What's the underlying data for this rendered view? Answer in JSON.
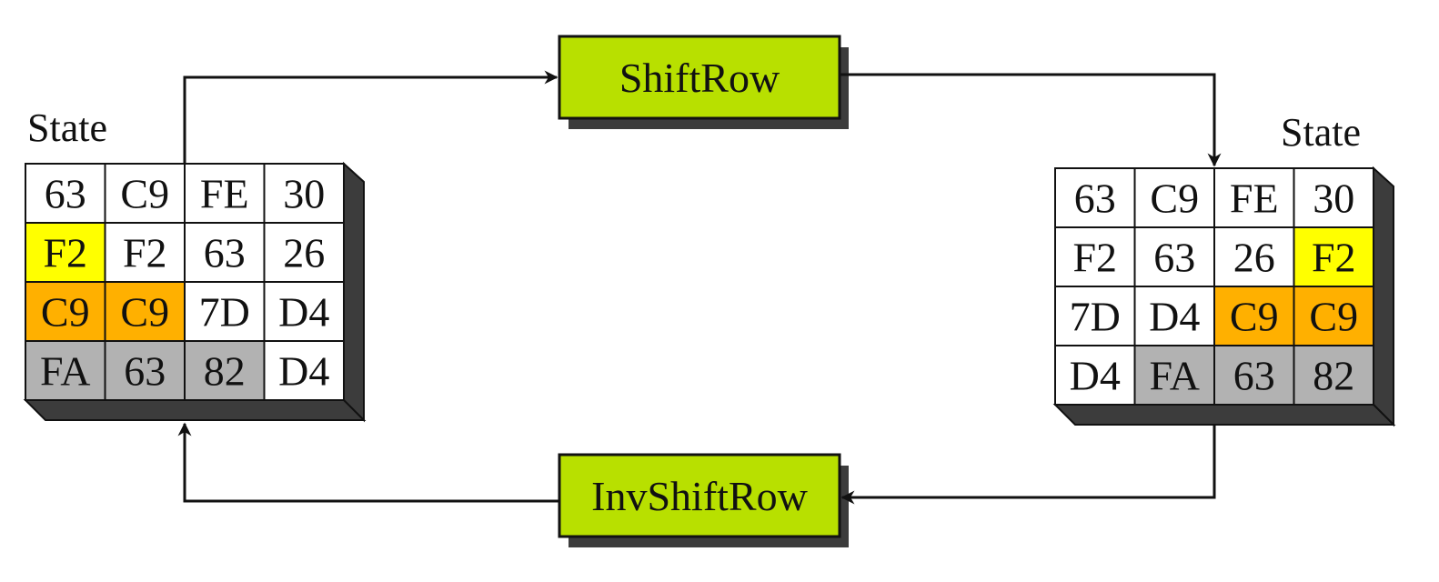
{
  "colors": {
    "white": "#ffffff",
    "yellow": "#ffff00",
    "orange": "#ffb000",
    "gray": "#b2b2b2",
    "box_fill": "#b8e000",
    "shadow": "#3c3c3c",
    "stroke": "#111111"
  },
  "left_state": {
    "label": "State",
    "cells": [
      [
        {
          "text": "63",
          "color": "white"
        },
        {
          "text": "C9",
          "color": "white"
        },
        {
          "text": "FE",
          "color": "white"
        },
        {
          "text": "30",
          "color": "white"
        }
      ],
      [
        {
          "text": "F2",
          "color": "yellow"
        },
        {
          "text": "F2",
          "color": "white"
        },
        {
          "text": "63",
          "color": "white"
        },
        {
          "text": "26",
          "color": "white"
        }
      ],
      [
        {
          "text": "C9",
          "color": "orange"
        },
        {
          "text": "C9",
          "color": "orange"
        },
        {
          "text": "7D",
          "color": "white"
        },
        {
          "text": "D4",
          "color": "white"
        }
      ],
      [
        {
          "text": "FA",
          "color": "gray"
        },
        {
          "text": "63",
          "color": "gray"
        },
        {
          "text": "82",
          "color": "gray"
        },
        {
          "text": "D4",
          "color": "white"
        }
      ]
    ]
  },
  "right_state": {
    "label": "State",
    "cells": [
      [
        {
          "text": "63",
          "color": "white"
        },
        {
          "text": "C9",
          "color": "white"
        },
        {
          "text": "FE",
          "color": "white"
        },
        {
          "text": "30",
          "color": "white"
        }
      ],
      [
        {
          "text": "F2",
          "color": "white"
        },
        {
          "text": "63",
          "color": "white"
        },
        {
          "text": "26",
          "color": "white"
        },
        {
          "text": "F2",
          "color": "yellow"
        }
      ],
      [
        {
          "text": "7D",
          "color": "white"
        },
        {
          "text": "D4",
          "color": "white"
        },
        {
          "text": "C9",
          "color": "orange"
        },
        {
          "text": "C9",
          "color": "orange"
        }
      ],
      [
        {
          "text": "D4",
          "color": "white"
        },
        {
          "text": "FA",
          "color": "gray"
        },
        {
          "text": "63",
          "color": "gray"
        },
        {
          "text": "82",
          "color": "gray"
        }
      ]
    ]
  },
  "shift_row": {
    "label": "ShiftRow"
  },
  "inv_shift_row": {
    "label": "InvShiftRow"
  }
}
